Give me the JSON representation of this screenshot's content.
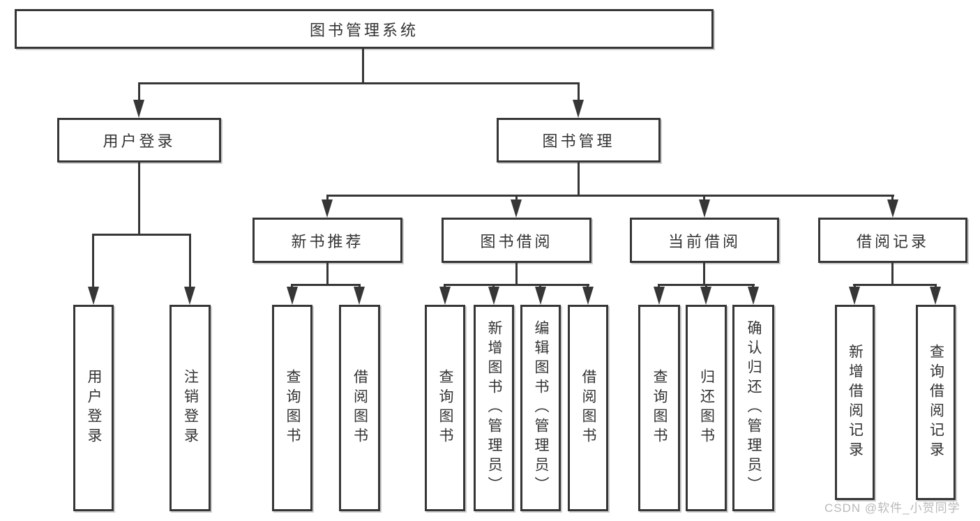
{
  "diagram_title": "图书管理系统",
  "tree": {
    "root": {
      "label": "图书管理系统"
    },
    "children": [
      {
        "label": "用户登录",
        "children": [
          {
            "label": "用户登录"
          },
          {
            "label": "注销登录"
          }
        ]
      },
      {
        "label": "图书管理",
        "children": [
          {
            "label": "新书推荐",
            "children": [
              {
                "label": "查询图书"
              },
              {
                "label": "借阅图书"
              }
            ]
          },
          {
            "label": "图书借阅",
            "children": [
              {
                "label": "查询图书"
              },
              {
                "label": "新增图书（管理员）"
              },
              {
                "label": "编辑图书（管理员）"
              },
              {
                "label": "借阅图书"
              }
            ]
          },
          {
            "label": "当前借阅",
            "children": [
              {
                "label": "查询图书"
              },
              {
                "label": "归还图书"
              },
              {
                "label": "确认归还（管理员）"
              }
            ]
          },
          {
            "label": "借阅记录",
            "children": [
              {
                "label": "新增借阅记录"
              },
              {
                "label": "查询借阅记录"
              }
            ]
          }
        ]
      }
    ]
  },
  "watermark": "CSDN @软件_小贺同学",
  "colors": {
    "line": "#363636",
    "text": "#333333",
    "box_background": "#ffffff",
    "watermark": "#b9b9b9"
  }
}
